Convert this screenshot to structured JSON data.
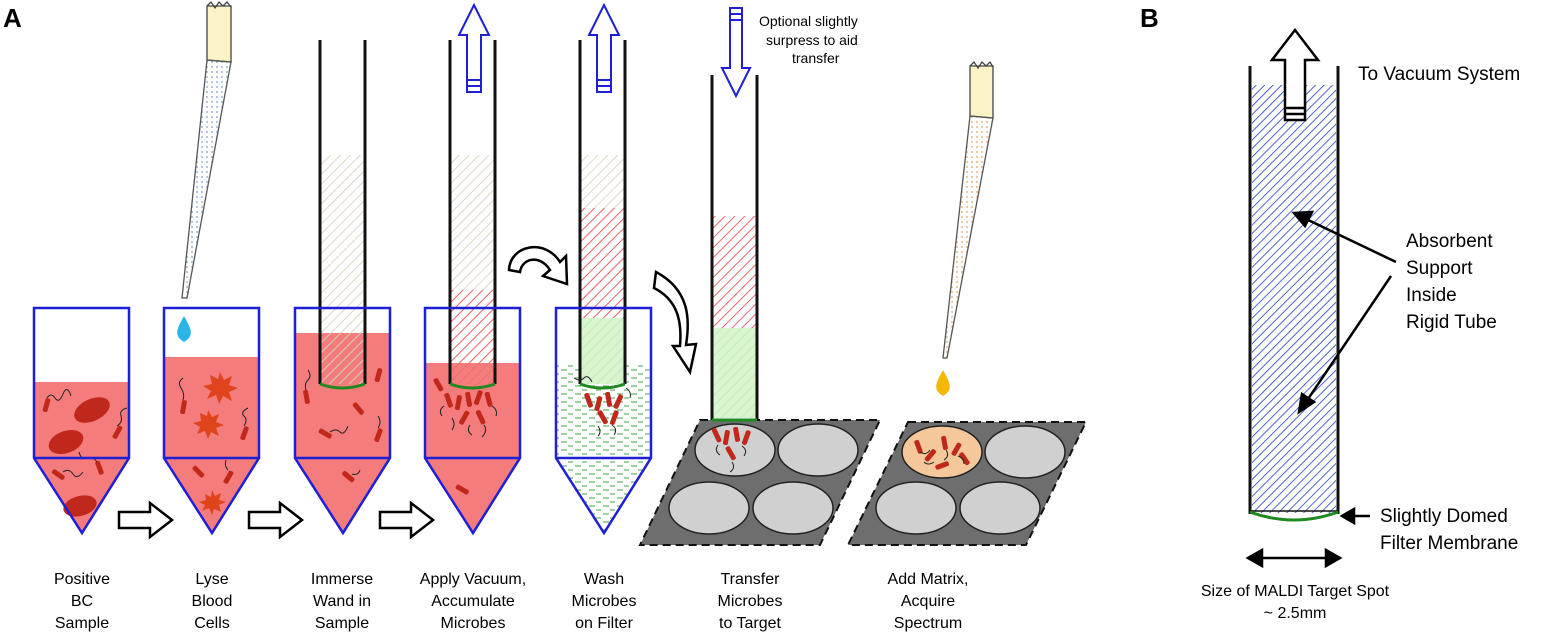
{
  "panels": {
    "a": "A",
    "b": "B"
  },
  "steps": [
    {
      "id": "positive-bc-sample",
      "lines": [
        "Positive",
        "BC",
        "Sample"
      ]
    },
    {
      "id": "lyse-blood-cells",
      "lines": [
        "Lyse",
        "Blood",
        "Cells"
      ]
    },
    {
      "id": "immerse-wand",
      "lines": [
        "Immerse",
        "Wand in",
        "Sample"
      ]
    },
    {
      "id": "apply-vacuum",
      "lines": [
        "Apply Vacuum,",
        "Accumulate",
        "Microbes"
      ]
    },
    {
      "id": "wash-microbes",
      "lines": [
        "Wash",
        "Microbes",
        "on Filter"
      ]
    },
    {
      "id": "transfer-microbes",
      "lines": [
        "Transfer",
        "Microbes",
        "to Target"
      ]
    },
    {
      "id": "add-matrix",
      "lines": [
        "Add Matrix,",
        "Acquire",
        "Spectrum"
      ]
    }
  ],
  "transfer_note": [
    "Optional slightly",
    "surpress to aid",
    "transfer"
  ],
  "panel_b": {
    "vacuum_label": "To Vacuum System",
    "support_label": [
      "Absorbent",
      "Support",
      "Inside",
      "Rigid Tube"
    ],
    "membrane_label": [
      "Slightly Domed",
      "Filter Membrane"
    ],
    "spot_label": [
      "Size of MALDI Target Spot",
      "~ 2.5mm"
    ]
  },
  "colors": {
    "tube_outline": "#1f1fd6",
    "blood": "#f47c7c",
    "red_cell": "#c0281c",
    "lysis_fluid": "#29b6e6",
    "wash_fluid": "#d8f5d0",
    "filter_membrane": "#1f8a1f",
    "target_plate": "#6e6e6e",
    "target_spot": "#d0d0d0",
    "matrix_drop": "#f5b800",
    "vacuum_arrow": "#1f1fd6",
    "absorbent_hatch": "#1f3fbf"
  }
}
